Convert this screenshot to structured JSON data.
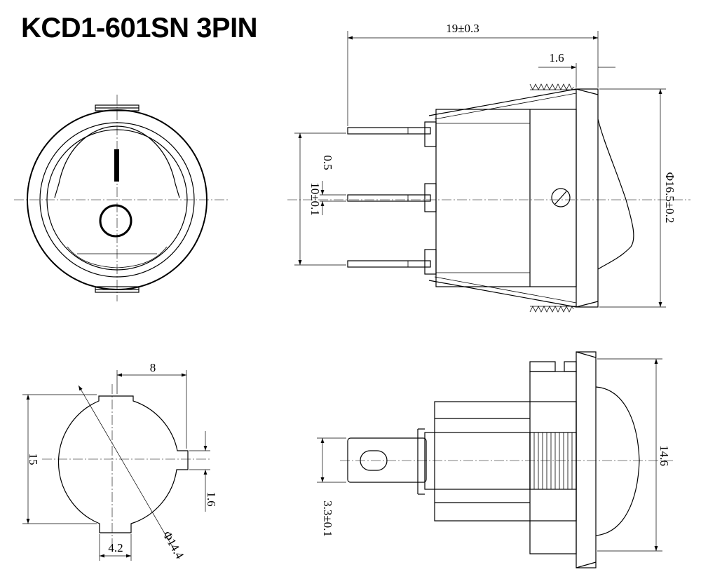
{
  "title": "KCD1-601SN 3PIN",
  "colors": {
    "line": "#000000",
    "background": "#ffffff"
  },
  "dimensions": {
    "overall_length": "19±0.3",
    "flange_thickness": "1.6",
    "pin_thickness": "0.5",
    "pin_spacing": "10±0.1",
    "flange_diameter": "Φ16.5±0.2",
    "cutout_key_width": "8",
    "cutout_height": "15",
    "cutout_notch": "1.6",
    "cutout_bottom_key": "4.2",
    "cutout_diameter": "Φ14.4",
    "tab_width": "3.3±0.1",
    "cap_height": "14.6"
  }
}
